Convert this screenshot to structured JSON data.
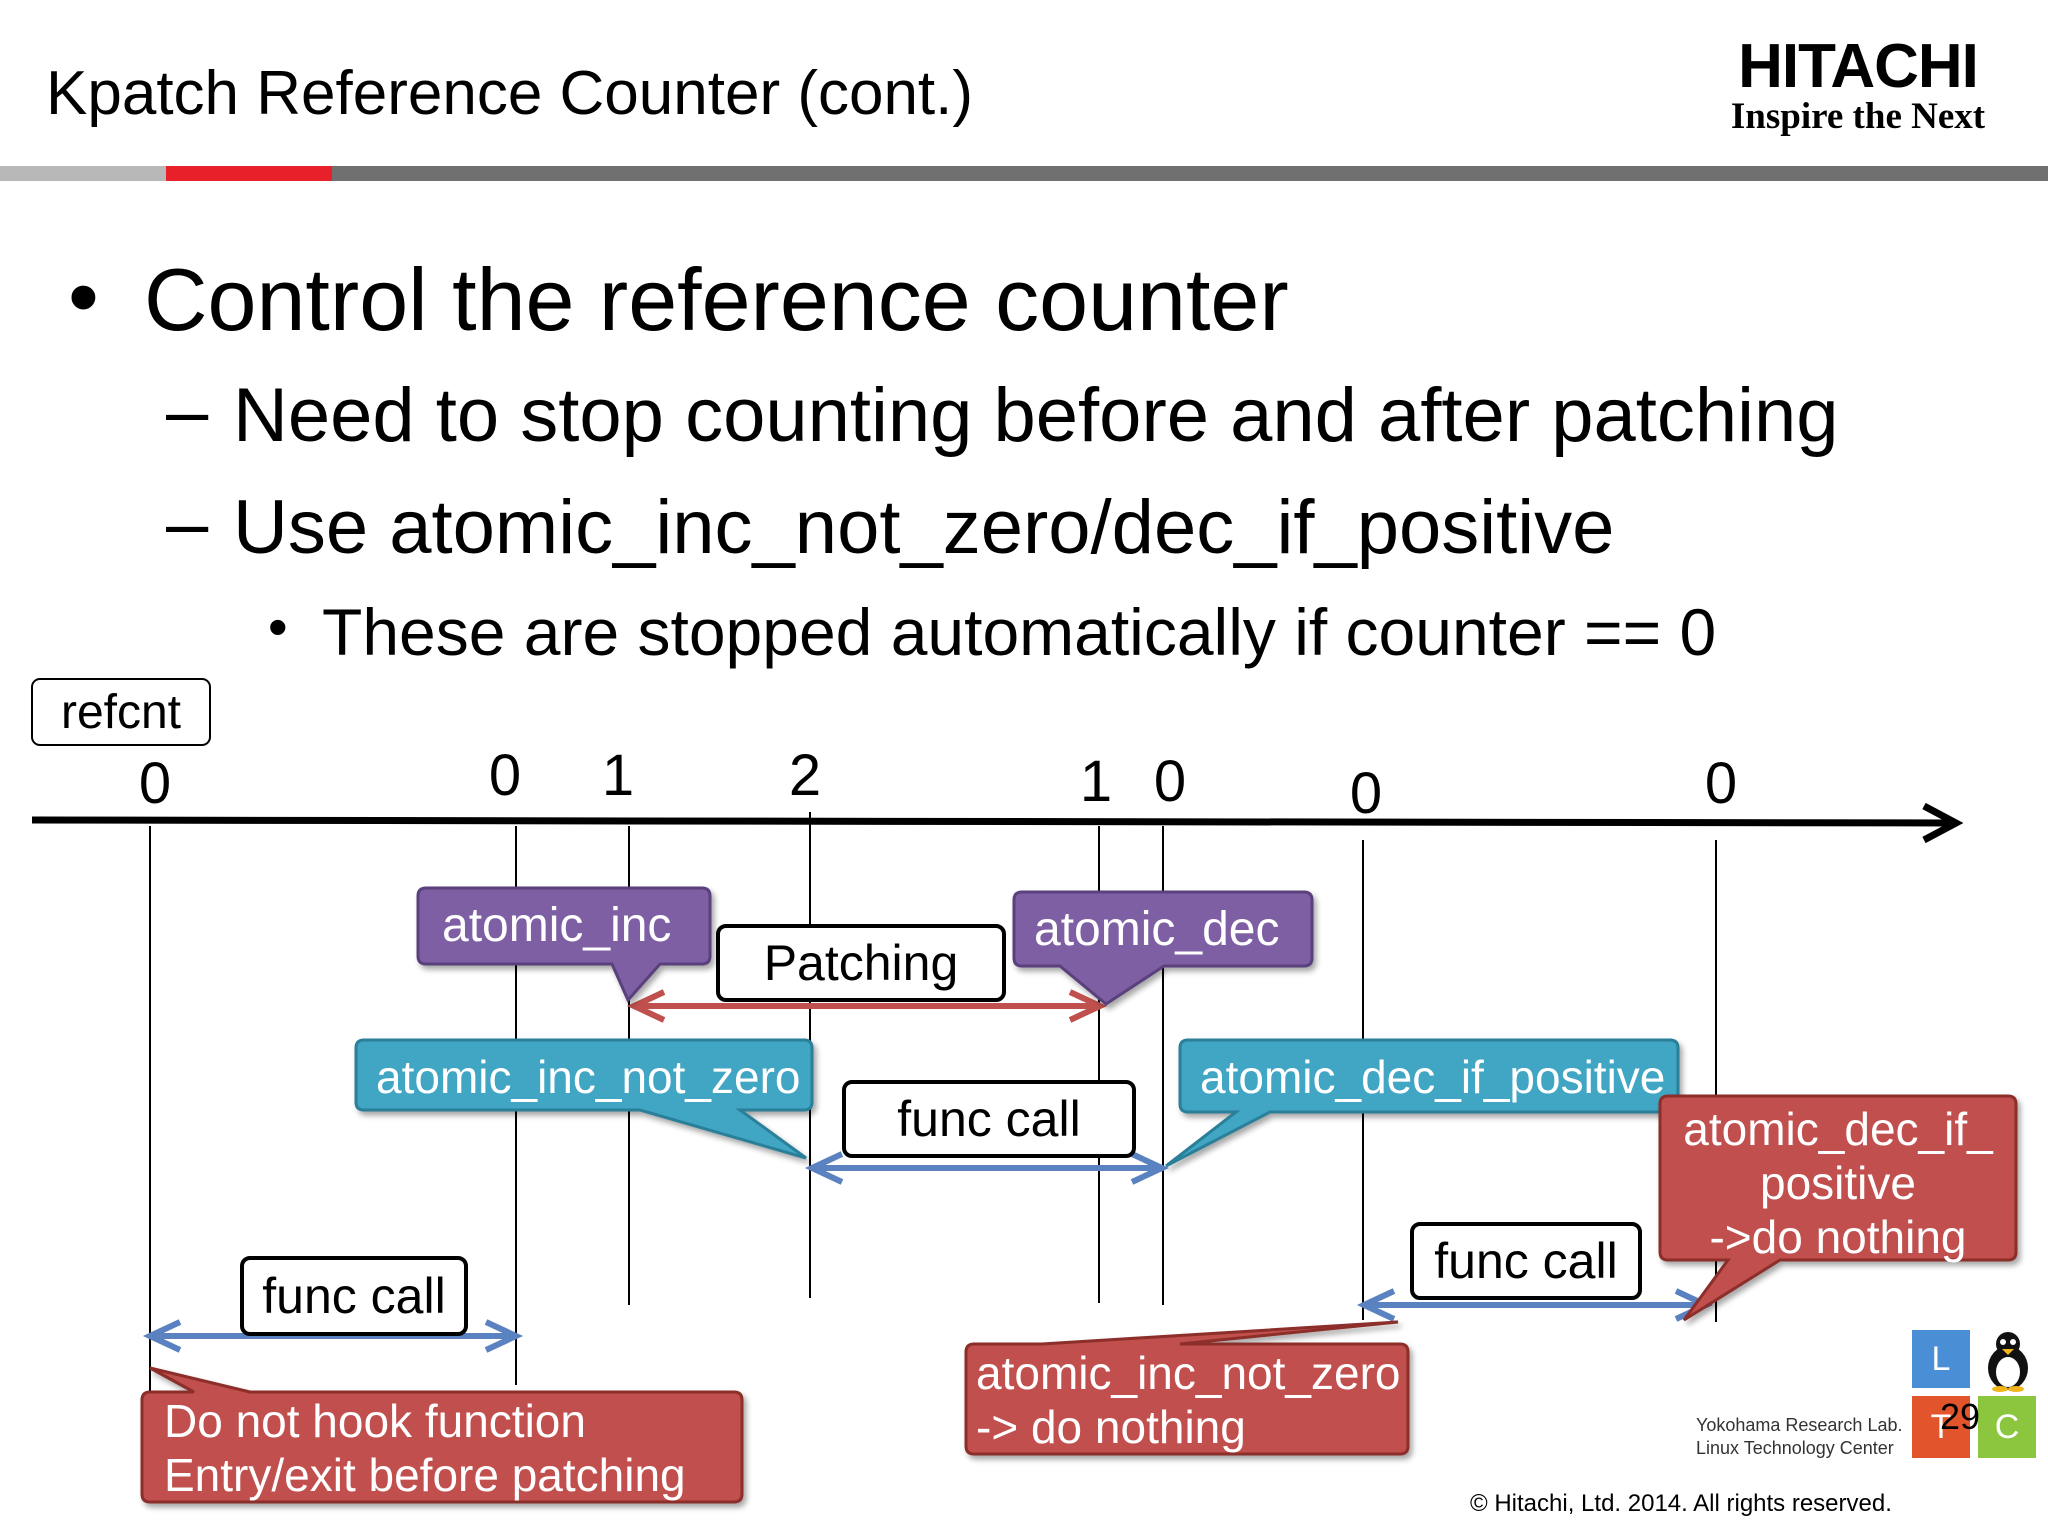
{
  "slide": {
    "title": "Kpatch Reference Counter (cont.)",
    "logo_brand": "HITACHI",
    "logo_tagline": "Inspire the Next",
    "bullet1": "Control the reference counter",
    "bullet2a": "Need to stop counting before and after patching",
    "bullet2b": "Use atomic_inc_not_zero/dec_if_positive",
    "bullet3": "These are stopped automatically if counter == 0",
    "page_number": "29",
    "footer_lab_1": "Yokohama Research Lab.",
    "footer_lab_2": "Linux Technology Center",
    "copyright": "© Hitachi, Ltd. 2014. All rights reserved.",
    "ltc_letters": [
      "L",
      "T",
      "C"
    ]
  },
  "diagram": {
    "refcnt_label": "refcnt",
    "ticks": [
      "0",
      "0",
      "1",
      "2",
      "1",
      "0",
      "0",
      "0"
    ],
    "labels": {
      "atomic_inc": "atomic_inc",
      "atomic_dec": "atomic_dec",
      "patching": "Patching",
      "inc_not_zero": "atomic_inc_not_zero",
      "dec_if_positive": "atomic_dec_if_positive",
      "func_call": "func call",
      "dec_if_positive_nothing_1": "atomic_dec_if_",
      "dec_if_positive_nothing_2": "positive",
      "dec_if_positive_nothing_3": "->do nothing",
      "inc_not_zero_nothing_1": "atomic_inc_not_zero",
      "inc_not_zero_nothing_2": "-> do nothing",
      "no_hook_1": "Do not hook function",
      "no_hook_2": "Entry/exit before patching"
    },
    "colors": {
      "purple": "#7f5fa3",
      "teal": "#41a6c4",
      "red": "#c0504d",
      "arrow_blue": "#5b82c0",
      "arrow_red": "#c0504d",
      "accent_red": "#e8202a"
    }
  }
}
